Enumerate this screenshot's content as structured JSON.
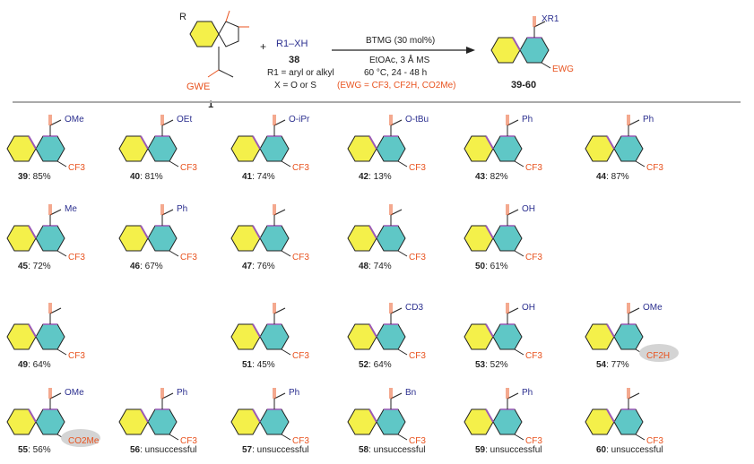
{
  "scheme": {
    "reagent_top": "BTMG (30 mol%)",
    "cond_1": "EtOAc, 3 Å MS",
    "cond_2": "60 °C,  24 - 48 h",
    "cond_3": "(EWG = CF3, CF2H, CO2Me)",
    "start_label": "1",
    "start_R": "R",
    "start_GWE": "GWE",
    "nucleophile": "R1–XH",
    "nucleophile_num": "38",
    "r1_def": "R1 = aryl or alkyl",
    "x_def": "X = O or S",
    "plus": "+",
    "product_label": "39-60",
    "product_XR": "XR1",
    "product_EWG": "EWG"
  },
  "compounds": [
    {
      "num": "39",
      "result": ": 85%",
      "ester": "OMe",
      "ewg": "CF3"
    },
    {
      "num": "40",
      "result": ": 81%",
      "ester": "OEt",
      "ewg": "CF3"
    },
    {
      "num": "41",
      "result": ": 74%",
      "ester": "O-iPr",
      "ewg": "CF3"
    },
    {
      "num": "42",
      "result": ": 13%",
      "ester": "O-tBu",
      "ewg": "CF3"
    },
    {
      "num": "43",
      "result": ": 82%",
      "ester": "Ph",
      "ewg": "CF3"
    },
    {
      "num": "44",
      "result": ": 87%",
      "ester": "Ph",
      "ewg": "CF3"
    },
    {
      "num": "45",
      "result": ": 72%",
      "ester": "Me",
      "ewg": "CF3"
    },
    {
      "num": "46",
      "result": ": 67%",
      "ester": "Ph",
      "ewg": "CF3"
    },
    {
      "num": "47",
      "result": ": 76%",
      "ester": "",
      "ewg": "CF3"
    },
    {
      "num": "48",
      "result": ": 74%",
      "ester": "",
      "ewg": "CF3"
    },
    {
      "num": "50",
      "result": ": 61%",
      "ester": "OH",
      "ewg": "CF3"
    },
    {
      "num": "49",
      "result": ": 64%",
      "ester": "",
      "ewg": "CF3"
    },
    {
      "num": "51",
      "result": ": 45%",
      "ester": "",
      "ewg": "CF3"
    },
    {
      "num": "52",
      "result": ": 64%",
      "ester": "CD3",
      "ewg": "CF3"
    },
    {
      "num": "53",
      "result": ": 52%",
      "ester": "OH",
      "ewg": "CF3"
    },
    {
      "num": "54",
      "result": ": 77%",
      "ester": "OMe",
      "ewg": "CF2H"
    },
    {
      "num": "55",
      "result": ": 56%",
      "ester": "OMe",
      "ewg": "CO2Me"
    },
    {
      "num": "56",
      "result": ": unsuccessful",
      "ester": "Ph",
      "ewg": "CF3"
    },
    {
      "num": "57",
      "result": ": unsuccessful",
      "ester": "Ph",
      "ewg": "CF3"
    },
    {
      "num": "58",
      "result": ": unsuccessful",
      "ester": "Bn",
      "ewg": "CF3"
    },
    {
      "num": "59",
      "result": ": unsuccessful",
      "ester": "Ph",
      "ewg": "CF3"
    },
    {
      "num": "60",
      "result": ": unsuccessful",
      "ester": "",
      "ewg": "CF3"
    }
  ],
  "colors": {
    "benzo": "#f4f04a",
    "pyridine": "#5fc7c6",
    "ewg": "#e8531f",
    "ester": "#2b2f8f",
    "highlight": "#d4d4d4"
  }
}
